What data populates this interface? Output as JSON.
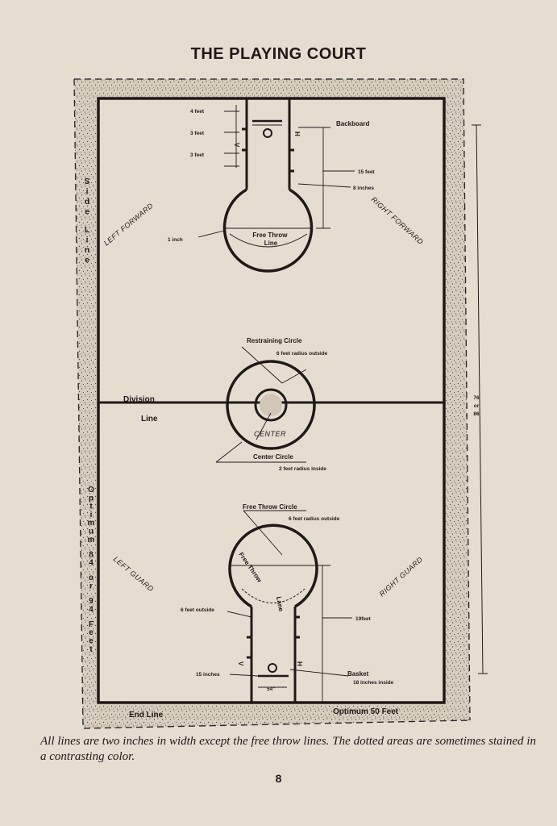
{
  "page": {
    "title": "THE PLAYING COURT",
    "caption": "All lines are two inches in width except the free throw lines. The dotted areas are sometimes stained in a contrasting color.",
    "page_number": "8"
  },
  "diagram": {
    "positions": {
      "left_forward": "LEFT FORWARD",
      "right_forward": "RIGHT FORWARD",
      "left_guard": "LEFT GUARD",
      "right_guard": "RIGHT GUARD",
      "center": "CENTER"
    },
    "top_half": {
      "four_feet": "4 feet",
      "three_feet_1": "3 feet",
      "three_feet_2": "3 feet",
      "backboard": "Backboard",
      "fifteen_feet": "15 feet",
      "eight_inches": "8 inches",
      "one_inch": "1 inch",
      "free_throw_line": "Free Throw\nLine",
      "mark_v": "V",
      "mark_h": "H"
    },
    "middle": {
      "restraining_circle": "Restraining Circle",
      "restraining_radius": "6 feet radius outside",
      "division": "Division",
      "line": "Line",
      "center_circle": "Center Circle",
      "center_radius": "2 feet radius inside"
    },
    "bottom_half": {
      "free_throw_circle": "Free Throw Circle",
      "ft_radius": "6 feet radius outside",
      "free_throw": "Free Throw",
      "lane": "Lane",
      "six_feet_outside": "6 feet outside",
      "nineteen_feet": "19feet",
      "fifteen_inches": "15 inches",
      "basket": "Basket",
      "basket_size": "18 inches inside",
      "fifty_four": "54\"",
      "mark_v": "V",
      "mark_h": "H"
    },
    "edges": {
      "side_line": "Side Line",
      "optimum_length": "Optimum 84 or 94 Feet",
      "end_line": "End Line",
      "optimum_width": "Optimum 50 Feet",
      "length_alt_1": "76",
      "length_alt_2": "or",
      "length_alt_3": "86"
    }
  }
}
